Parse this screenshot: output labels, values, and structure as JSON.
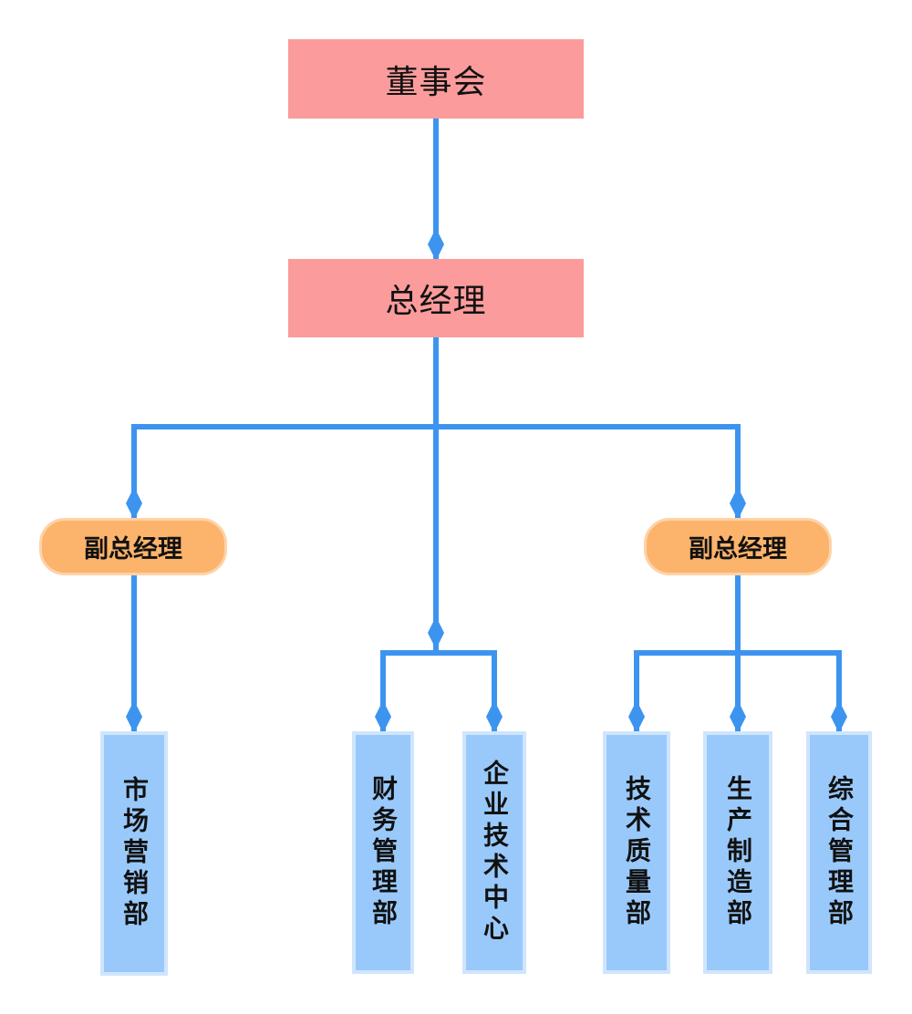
{
  "org_chart": {
    "board": "董事会",
    "general_manager": "总经理",
    "vp_left": "副总经理",
    "vp_right": "副总经理",
    "departments": {
      "marketing": "市场营销部",
      "finance": "财务管理部",
      "tech_center": "企业技术中心",
      "quality": "技术质量部",
      "production": "生产制造部",
      "admin": "综合管理部"
    }
  },
  "colors": {
    "top_box": "#fb9b9b",
    "vp_box": "#fcb36b",
    "dept_box": "#99c9fb",
    "connector": "#3d94ef"
  }
}
